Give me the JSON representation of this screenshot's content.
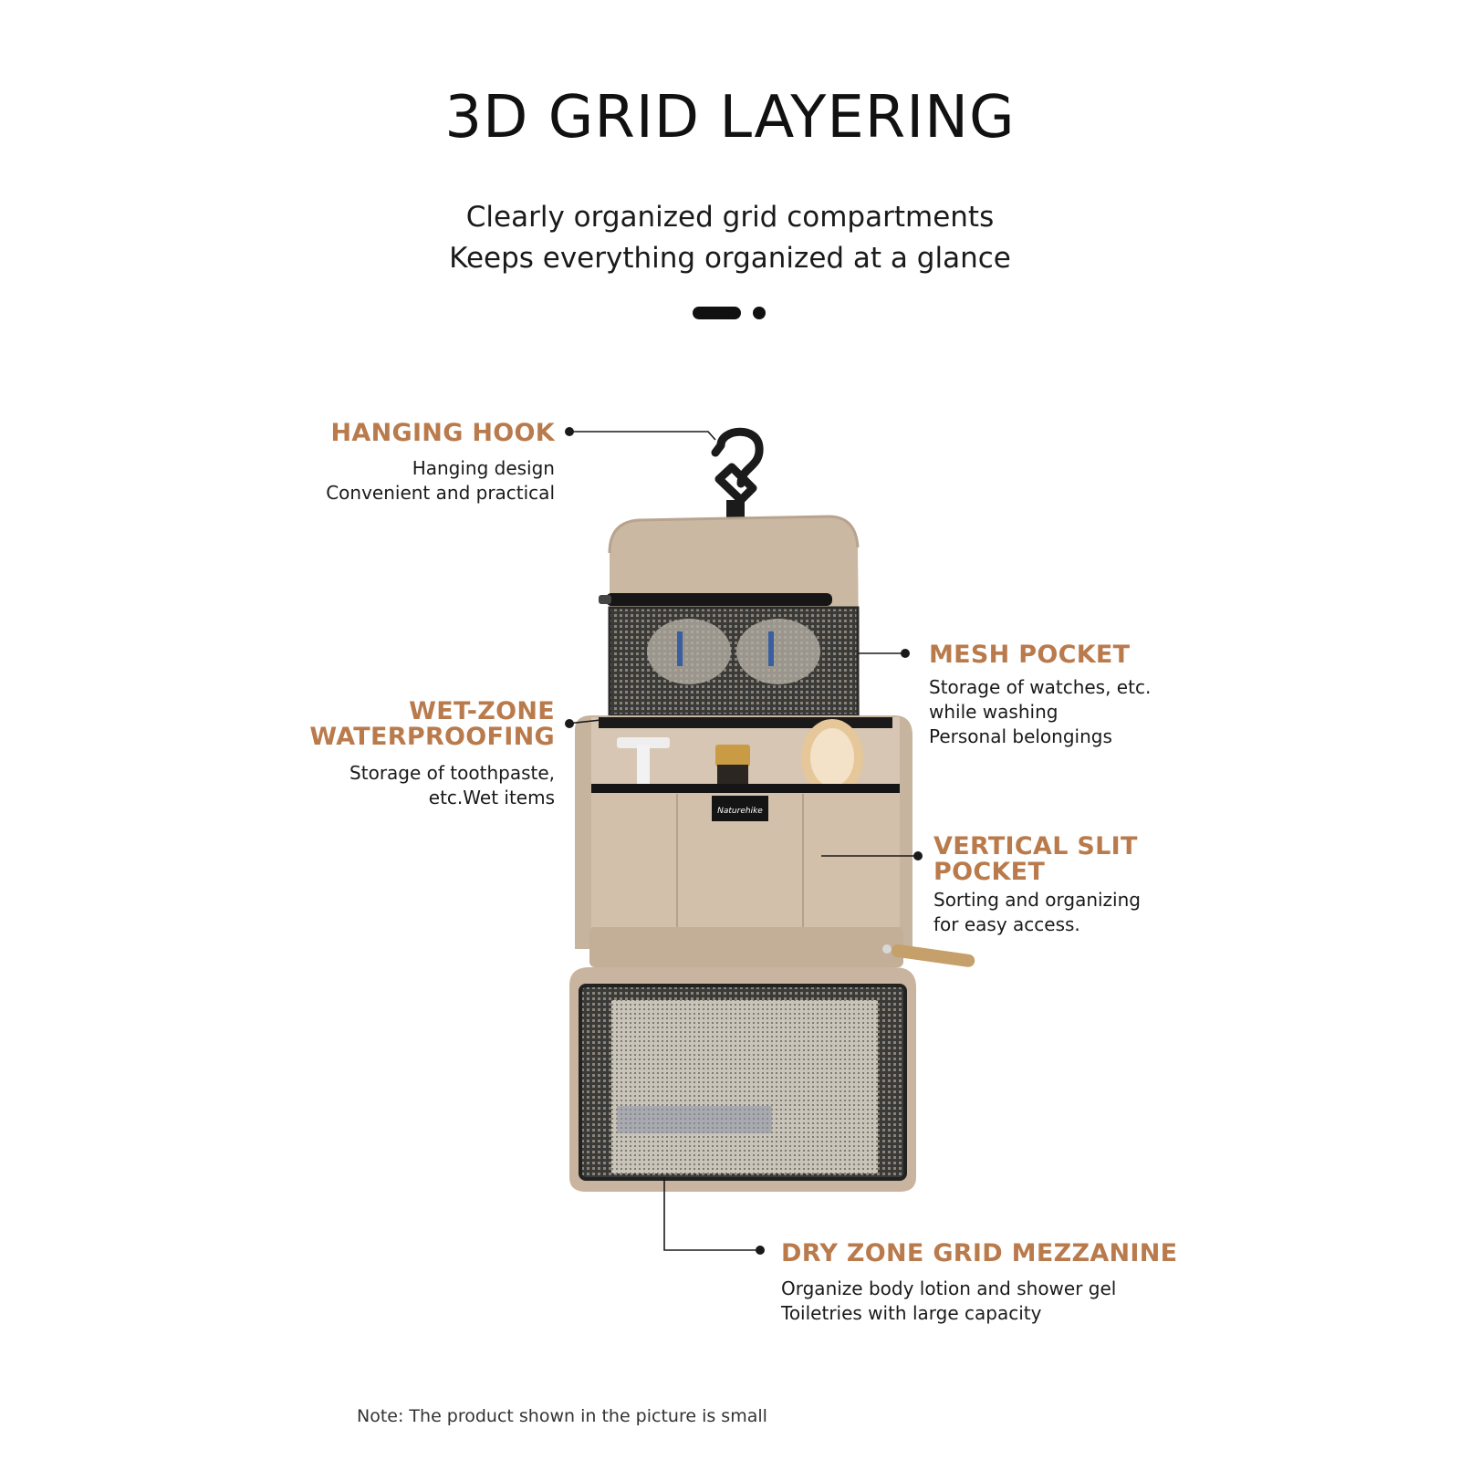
{
  "header": {
    "title": "3D GRID LAYERING",
    "subtitle_line1": "Clearly organized grid compartments",
    "subtitle_line2": "Keeps everything organized at a glance"
  },
  "callouts": {
    "hanging_hook": {
      "title": "HANGING HOOK",
      "desc_line1": "Hanging design",
      "desc_line2": "Convenient and practical"
    },
    "mesh_pocket": {
      "title": "MESH POCKET",
      "desc_line1": "Storage of watches, etc.",
      "desc_line2": "while washing",
      "desc_line3": "Personal belongings"
    },
    "wet_zone": {
      "title_line1": "WET-ZONE",
      "title_line2": "WATERPROOFING",
      "desc_line1": "Storage of toothpaste,",
      "desc_line2": "etc.Wet items"
    },
    "vertical_slit": {
      "title_line1": "VERTICAL SLIT",
      "title_line2": "POCKET",
      "desc_line1": "Sorting and organizing",
      "desc_line2": "for easy access."
    },
    "dry_zone": {
      "title": "DRY ZONE GRID MEZZANINE",
      "desc_line1": "Organize body lotion and shower gel",
      "desc_line2": "Toiletries with large capacity"
    }
  },
  "product": {
    "brand_label": "Naturehike"
  },
  "note": "Note: The product shown in the picture is small",
  "colors": {
    "accent": "#b97a4c",
    "bag_beige": "#cbb8a3",
    "text": "#1a1a1a"
  }
}
